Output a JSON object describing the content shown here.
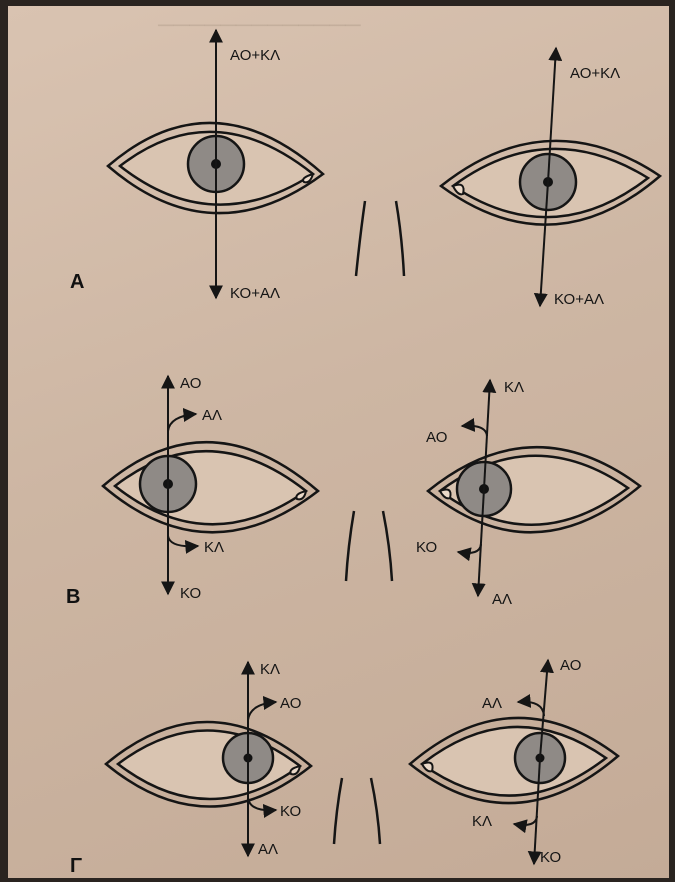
{
  "panels": [
    {
      "letter": "Α",
      "left_eye": {
        "up": "ΑΟ+ΚΛ",
        "down": "ΚΟ+ΑΛ"
      },
      "right_eye": {
        "up": "ΑΟ+ΚΛ",
        "down": "ΚΟ+ΑΛ"
      }
    },
    {
      "letter": "Β",
      "left_eye": {
        "up": "ΑΟ",
        "upper_curve": "ΑΛ",
        "lower_curve": "ΚΛ",
        "down": "ΚΟ"
      },
      "right_eye": {
        "up": "ΚΛ",
        "upper_curve": "ΑΟ",
        "lower_curve": "ΚΟ",
        "down": "ΑΛ"
      }
    },
    {
      "letter": "Γ",
      "left_eye": {
        "up": "ΚΛ",
        "upper_curve": "ΑΟ",
        "lower_curve": "ΚΟ",
        "down": "ΑΛ"
      },
      "right_eye": {
        "up": "ΑΟ",
        "upper_curve": "ΑΛ",
        "lower_curve": "ΚΛ",
        "down": "ΚΟ"
      }
    }
  ],
  "colors": {
    "ink": "#151515",
    "iris": "#8f8a86",
    "paper": "#d2bba8"
  }
}
